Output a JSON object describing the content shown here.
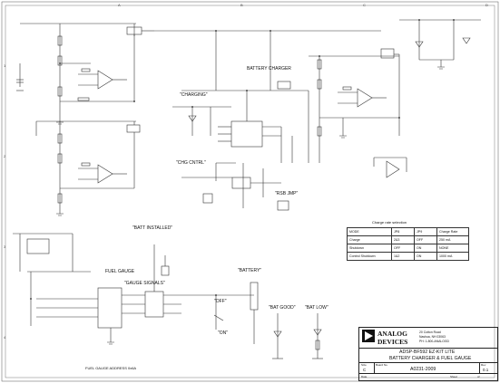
{
  "sections": {
    "battery_charger": "BATTERY CHARGER",
    "charging": "\"CHARGING\"",
    "chg_cntrl": "\"CHG CNTRL\"",
    "rsb_jmp": "\"RSB JMP\"",
    "batt_installed": "\"BATT INSTALLED\"",
    "fuel_gauge": "FUEL GAUGE",
    "gauge_signals": "\"GAUGE SIGNALS\"",
    "battery": "\"BATTERY\"",
    "off": "\"OFF\"",
    "on": "\"ON\"",
    "bat_good": "\"BAT GOOD\"",
    "bat_low": "\"BAT LOW\"",
    "fuel_gauge_address": "FUEL GAUGE ADDRESS 0x6A"
  },
  "charge_rate_table": {
    "title": "Charge rate selection",
    "headers": [
      "MODE",
      "JP8",
      "JP9",
      "Charge Rate"
    ],
    "rows": [
      [
        "Charge",
        "2&3",
        "OFF",
        "250 mA"
      ],
      [
        "Shutdown",
        "OFF",
        "ON",
        "NONE"
      ],
      [
        "Control Shutdown",
        "1&2",
        "ON",
        "1000 mA"
      ]
    ]
  },
  "title_block": {
    "company_line1": "ANALOG",
    "company_line2": "DEVICES",
    "address_line1": "20 Cotton Road",
    "address_line2": "Nashua, NH 03063",
    "address_line3": "PH: 1-800-ANALOGD",
    "title_line1": "ADSP-BF592 EZ-KIT LITE",
    "title_line2": "BATTERY CHARGER & FUEL GAUGE",
    "size_label": "Size",
    "size_value": "C",
    "board_no_label": "Board No.",
    "board_no_value": "A0231-2009",
    "rev_label": "Rev",
    "rev_value": "0.1",
    "date_label": "Date",
    "sheet_label": "Sheet",
    "of_label": "of"
  },
  "border_marks": [
    "1",
    "2",
    "3",
    "4",
    "A",
    "B",
    "C",
    "D"
  ],
  "colors": {
    "ink": "#222222",
    "line": "#333333",
    "bg": "#ffffff"
  }
}
